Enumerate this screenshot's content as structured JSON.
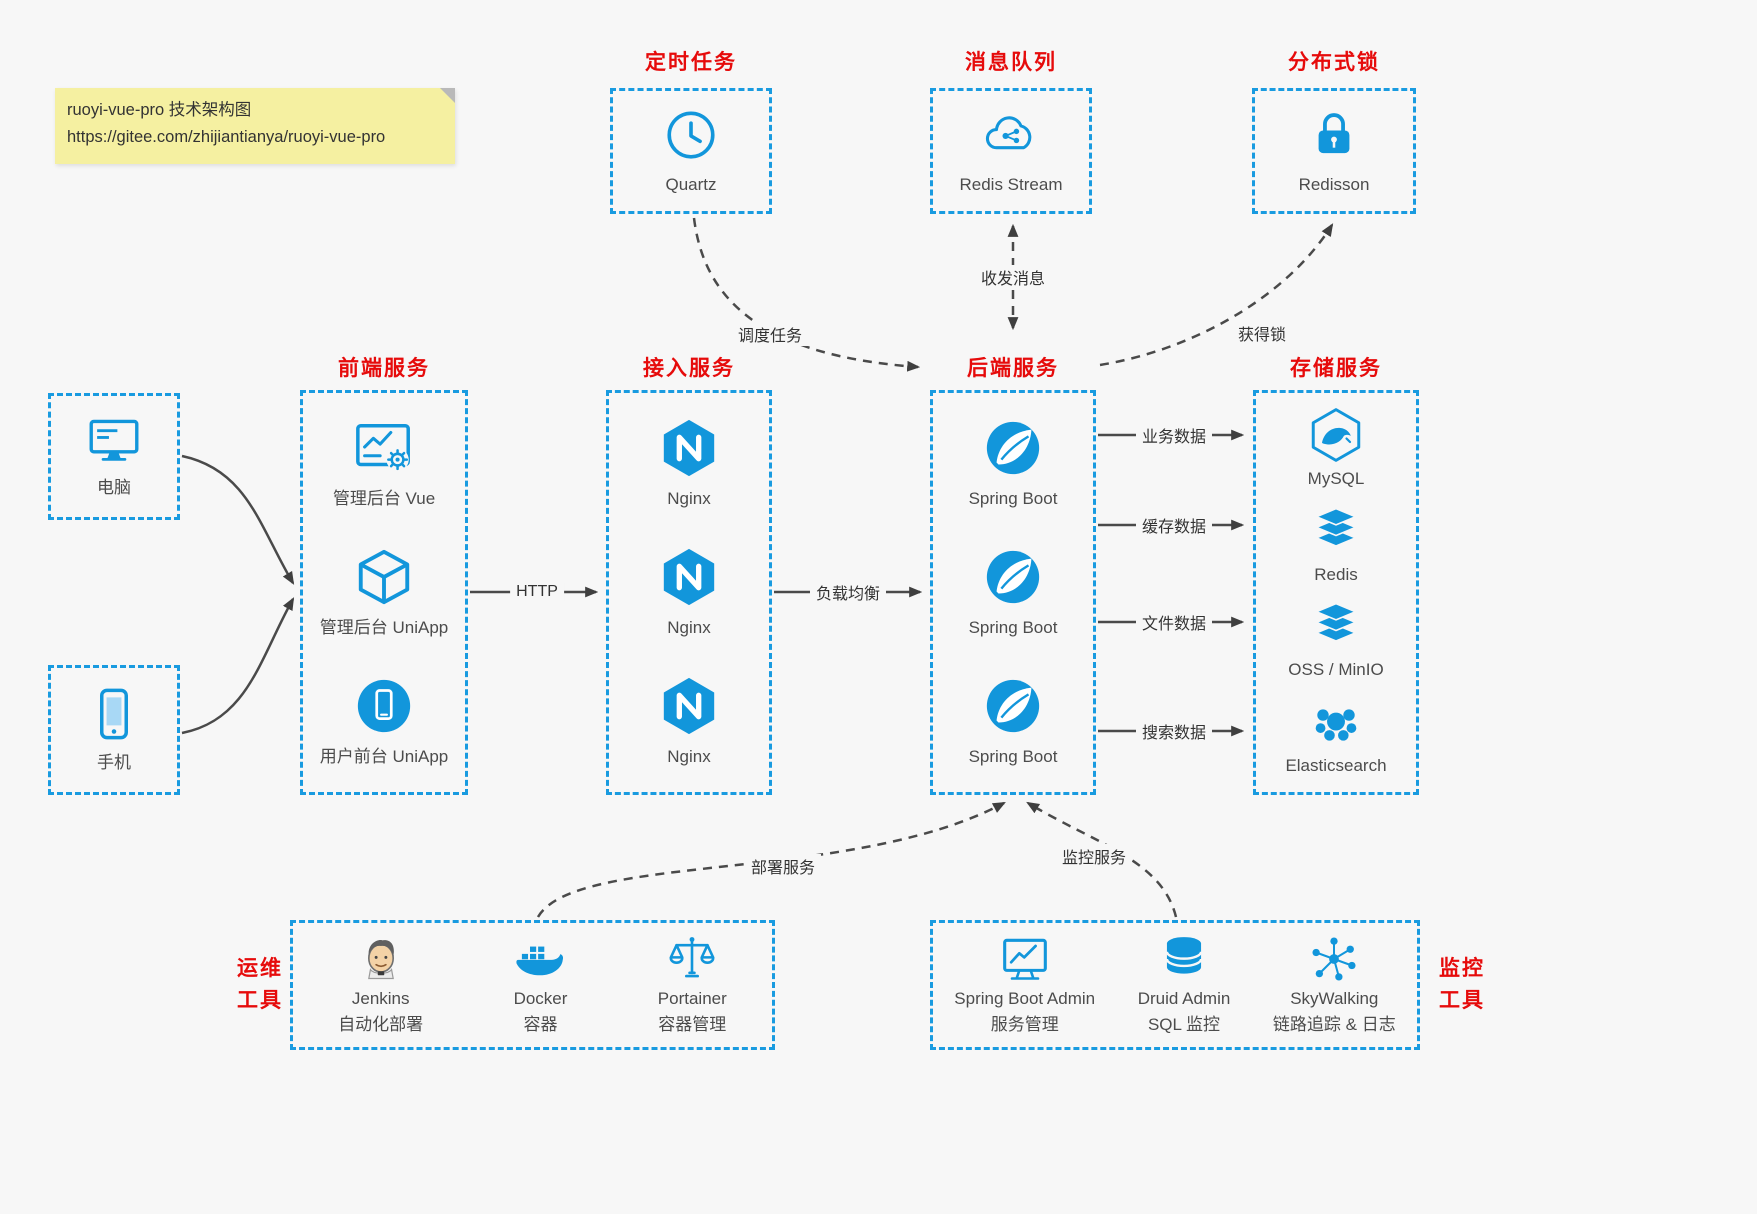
{
  "note": {
    "line1": "ruoyi-vue-pro 技术架构图",
    "line2": "https://gitee.com/zhijiantianya/ruoyi-vue-pro"
  },
  "top": {
    "scheduled": {
      "title": "定时任务",
      "item": {
        "label": "Quartz",
        "icon": "clock-icon"
      }
    },
    "queue": {
      "title": "消息队列",
      "item": {
        "label": "Redis Stream",
        "icon": "cloud-network-icon"
      }
    },
    "lock": {
      "title": "分布式锁",
      "item": {
        "label": "Redisson",
        "icon": "padlock-icon"
      }
    }
  },
  "clients": {
    "pc": {
      "label": "电脑",
      "icon": "monitor-icon"
    },
    "mobile": {
      "label": "手机",
      "icon": "smartphone-icon"
    }
  },
  "frontend": {
    "title": "前端服务",
    "items": [
      {
        "label": "管理后台 Vue",
        "icon": "admin-screen-gear-icon"
      },
      {
        "label": "管理后台 UniApp",
        "icon": "cube-icon"
      },
      {
        "label": "用户前台 UniApp",
        "icon": "mobile-circle-icon"
      }
    ]
  },
  "gateway": {
    "title": "接入服务",
    "items": [
      {
        "label": "Nginx",
        "icon": "nginx-icon"
      },
      {
        "label": "Nginx",
        "icon": "nginx-icon"
      },
      {
        "label": "Nginx",
        "icon": "nginx-icon"
      }
    ]
  },
  "backend": {
    "title": "后端服务",
    "items": [
      {
        "label": "Spring Boot",
        "icon": "spring-icon"
      },
      {
        "label": "Spring Boot",
        "icon": "spring-icon"
      },
      {
        "label": "Spring Boot",
        "icon": "spring-icon"
      }
    ]
  },
  "storage": {
    "title": "存储服务",
    "items": [
      {
        "label": "MySQL",
        "icon": "mysql-icon"
      },
      {
        "label": "Redis",
        "icon": "stacked-layers-icon"
      },
      {
        "label": "OSS / MinIO",
        "icon": "stacked-layers-icon"
      },
      {
        "label": "Elasticsearch",
        "icon": "cluster-icon"
      }
    ]
  },
  "ops": {
    "title_line1": "运维",
    "title_line2": "工具",
    "items": [
      {
        "label": "Jenkins",
        "sub": "自动化部署",
        "icon": "jenkins-icon"
      },
      {
        "label": "Docker",
        "sub": "容器",
        "icon": "docker-whale-icon"
      },
      {
        "label": "Portainer",
        "sub": "容器管理",
        "icon": "scales-icon"
      }
    ]
  },
  "monitoring": {
    "title_line1": "监控",
    "title_line2": "工具",
    "items": [
      {
        "label": "Spring Boot Admin",
        "sub": "服务管理",
        "icon": "monitor-chart-icon"
      },
      {
        "label": "Druid Admin",
        "sub": "SQL 监控",
        "icon": "database-icon"
      },
      {
        "label": "SkyWalking",
        "sub": "链路追踪 & 日志",
        "icon": "network-graph-icon"
      }
    ]
  },
  "edges": {
    "http": "HTTP",
    "load_balance": "负载均衡",
    "dispatch_job": "调度任务",
    "send_receive_msg": "收发消息",
    "acquire_lock": "获得锁",
    "business_data": "业务数据",
    "cache_data": "缓存数据",
    "file_data": "文件数据",
    "search_data": "搜索数据",
    "deploy_service": "部署服务",
    "monitor_service": "监控服务"
  },
  "colors": {
    "blue": "#1296db",
    "border_blue": "#199be0",
    "red": "#e60b0b",
    "bg": "#f7f7f7"
  }
}
